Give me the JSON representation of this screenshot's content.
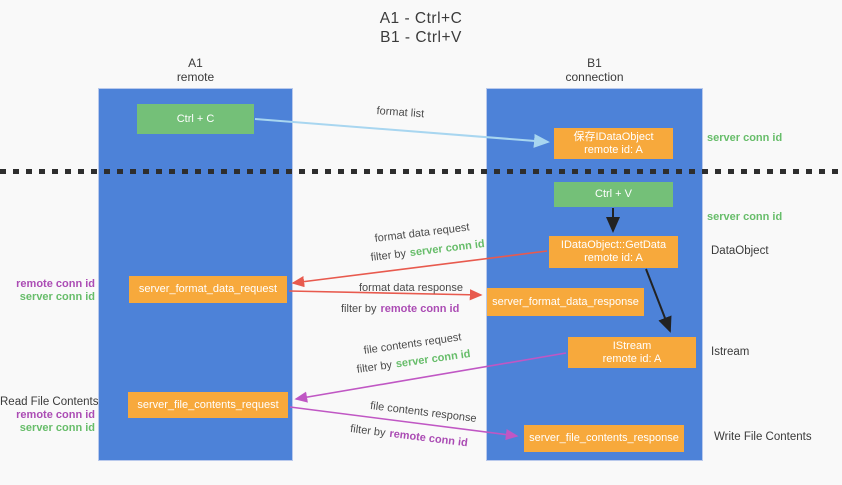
{
  "title": {
    "line1": "A1 - Ctrl+C",
    "line2": "B1 - Ctrl+V"
  },
  "lanes": {
    "a": {
      "name": "A1",
      "role": "remote"
    },
    "b": {
      "name": "B1",
      "role": "connection"
    }
  },
  "nodes": {
    "ctrl_c": "Ctrl + C",
    "ctrl_v": "Ctrl + V",
    "save_idataobject": {
      "line1": "保存IDataObject",
      "line2": "remote id: A"
    },
    "idataobject_getdata": {
      "line1": "IDataObject::GetData",
      "line2": "remote id: A"
    },
    "istream": {
      "line1": "IStream",
      "line2": "remote id: A"
    },
    "server_format_data_request": "server_format_data_request",
    "server_format_data_response": "server_format_data_response",
    "server_file_contents_request": "server_file_contents_request",
    "server_file_contents_response": "server_file_contents_response"
  },
  "edge_labels": {
    "format_list": "format list",
    "format_data_request": "format data request",
    "format_data_response": "format data response",
    "file_contents_request": "file contents request",
    "file_contents_response": "file contents response",
    "filter_by": "filter by",
    "server_conn_id": "server conn id",
    "remote_conn_id": "remote conn id"
  },
  "side_labels": {
    "server_conn_id_top": "server conn id",
    "server_conn_id_middle": "server conn id",
    "dataobject": "DataObject",
    "istream": "Istream",
    "read_file_contents": "Read File Contents",
    "write_file_contents": "Write File Contents",
    "remote_conn_id": "remote conn id",
    "server_conn_id": "server conn id"
  },
  "colors": {
    "lane_blue": "#4d82d8",
    "node_orange": "#f7a93c",
    "node_green": "#74c078",
    "arrow_red": "#e85a4e",
    "arrow_magenta": "#c057c4",
    "arrow_light_blue": "#a8d6f0",
    "arrow_black": "#222222",
    "text_green": "#67bd6a",
    "text_purple": "#ab4cb4",
    "background": "#f9f9f9"
  }
}
